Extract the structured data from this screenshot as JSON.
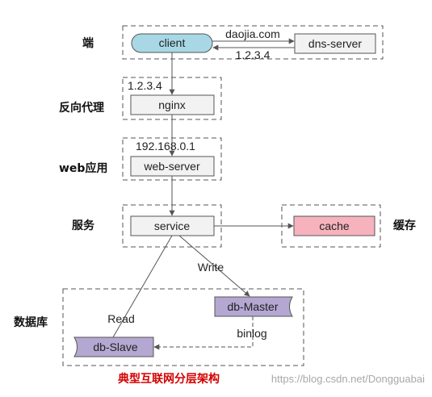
{
  "layers": {
    "client_tier": "端",
    "reverse_proxy": "反向代理",
    "web_app": "web应用",
    "service": "服务",
    "cache": "缓存",
    "database": "数据库"
  },
  "nodes": {
    "client": "client",
    "dns_server": "dns-server",
    "nginx": "nginx",
    "web_server": "web-server",
    "service": "service",
    "cache": "cache",
    "db_master": "db-Master",
    "db_slave": "db-Slave"
  },
  "edges": {
    "dns_query": "daojia.com",
    "dns_reply": "1.2.3.4",
    "nginx_ip": "1.2.3.4",
    "web_ip": "192.168.0.1",
    "write": "Write",
    "read": "Read",
    "binlog": "binlog"
  },
  "caption": "典型互联网分层架构",
  "watermark": "https://blog.csdn.net/Dongguabai",
  "colors": {
    "client_fill": "#a8d8e6",
    "cache_fill": "#f6b3bd",
    "db_fill": "#b4a8d2",
    "caption": "#d40000",
    "dashed_border": "#555555",
    "watermark": "#a8a8a8"
  }
}
